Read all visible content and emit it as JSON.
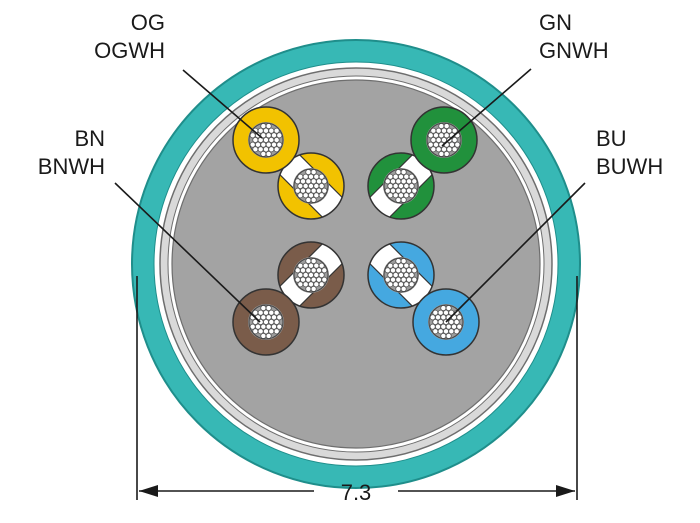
{
  "colors": {
    "jacket": "#37b8b5",
    "jacket_edge": "#1f8e8b",
    "shield": "#d9d9d9",
    "filler": "#a3a3a3",
    "orange": "#f2c200",
    "green": "#21913c",
    "brown": "#7a5c4a",
    "blue": "#45a8e0",
    "white": "#ffffff",
    "strand": "#9c9c9c"
  },
  "labels": {
    "og_line1": "OG",
    "og_line2": "OGWH",
    "gn_line1": "GN",
    "gn_line2": "GNWH",
    "bn_line1": "BN",
    "bn_line2": "BNWH",
    "bu_line1": "BU",
    "bu_line2": "BUWH"
  },
  "dimension": {
    "value": "7.3"
  },
  "pairs": [
    {
      "name": "orange",
      "solid_color_key": "orange"
    },
    {
      "name": "green",
      "solid_color_key": "green"
    },
    {
      "name": "brown",
      "solid_color_key": "brown"
    },
    {
      "name": "blue",
      "solid_color_key": "blue"
    }
  ]
}
